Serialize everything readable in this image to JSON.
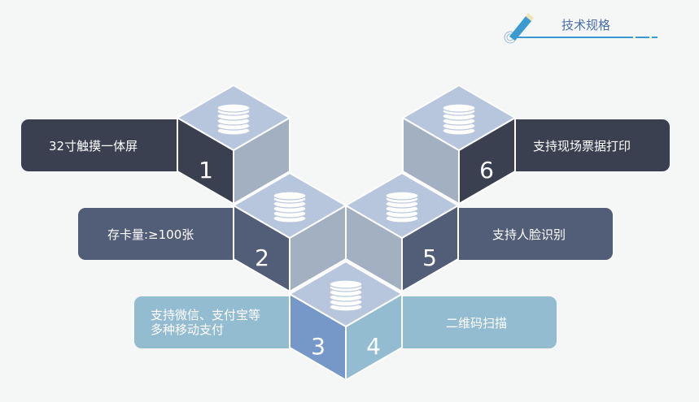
{
  "header": {
    "title": "技术规格",
    "icon": "pencil-icon",
    "accent": "#3a9bd0"
  },
  "items": [
    {
      "num": "1",
      "label": "32寸触摸一体屏",
      "color": "#3a4050"
    },
    {
      "num": "2",
      "label": "存卡量:≥100张",
      "color": "#525d77"
    },
    {
      "num": "3",
      "label_line1": "支持微信、支付宝等",
      "label_line2": "多种移动支付",
      "color": "#93bcd0"
    },
    {
      "num": "4",
      "label": "二维码扫描",
      "color": "#93bcd0"
    },
    {
      "num": "5",
      "label": "支持人脸识别",
      "color": "#525d77"
    },
    {
      "num": "6",
      "label": "支持现场票据打印",
      "color": "#3a4050"
    }
  ]
}
